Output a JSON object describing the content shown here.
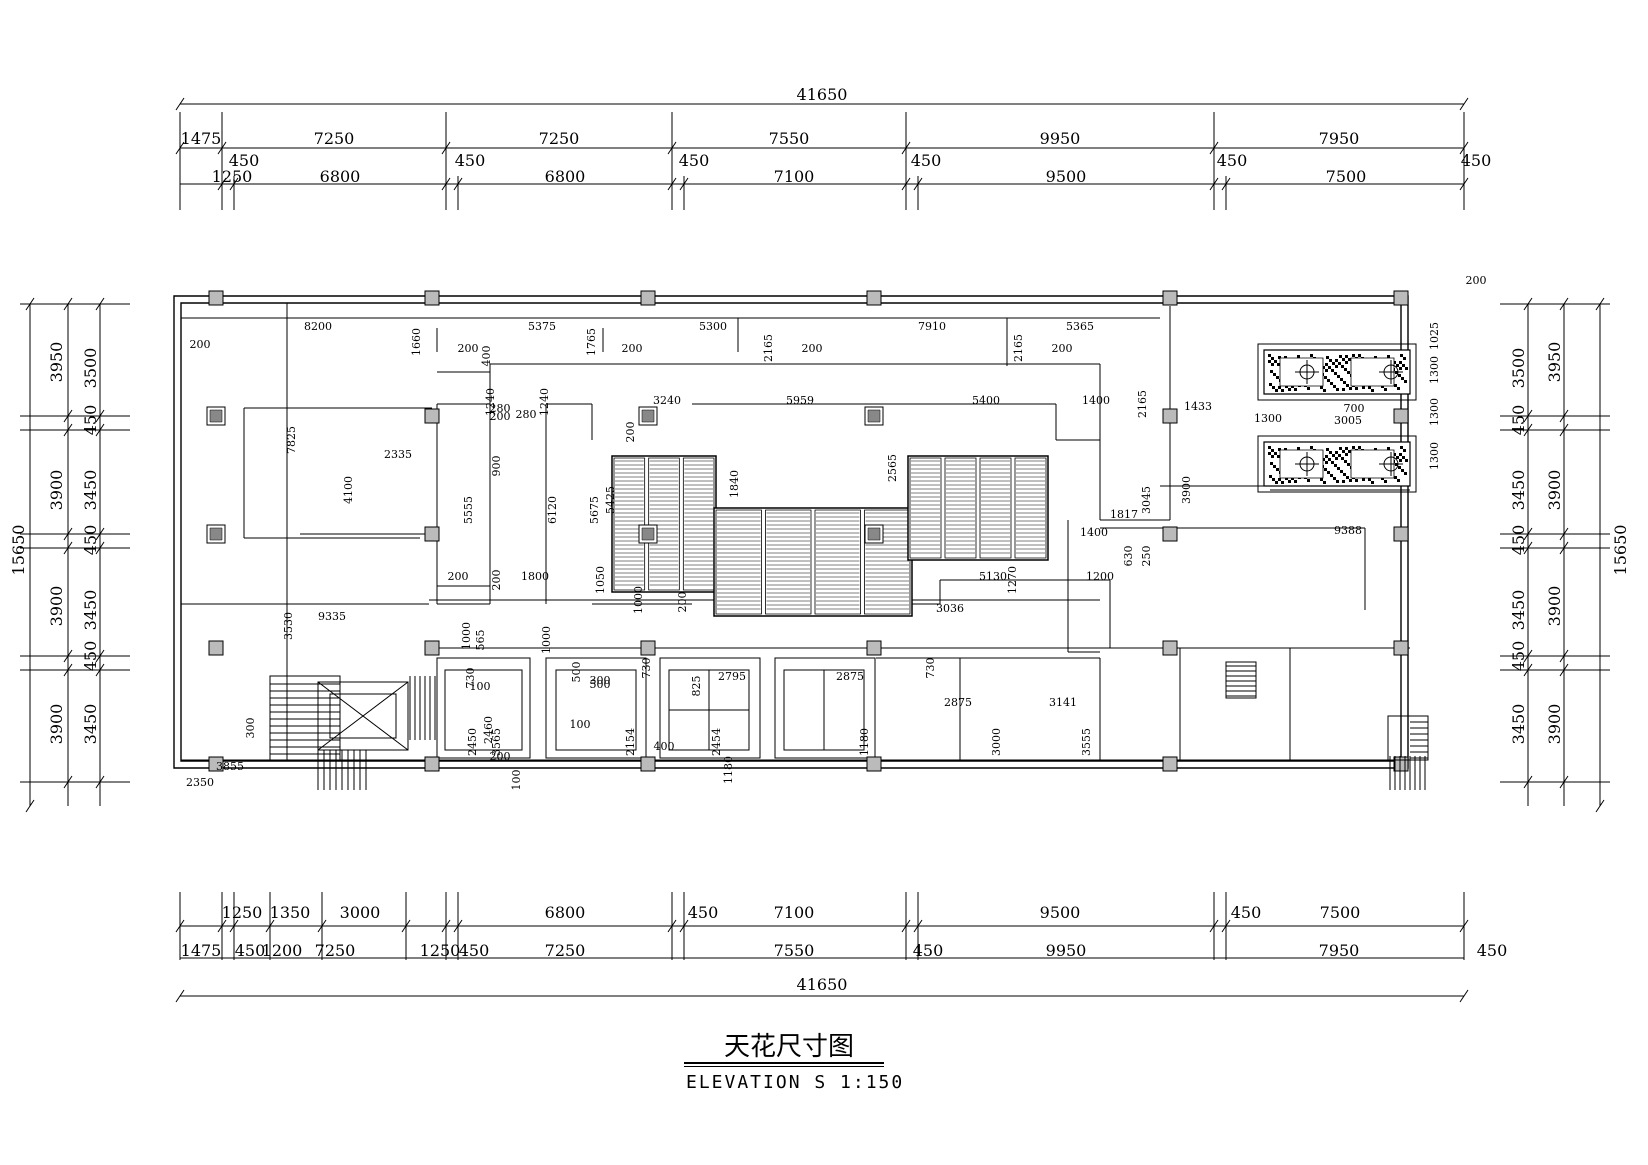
{
  "drawing": {
    "title_cn": "天花尺寸图",
    "title_scale": "ELEVATION S 1:150"
  },
  "top_dims": {
    "overall": "41650",
    "row1": [
      "1475",
      "7250",
      "7250",
      "7550",
      "9950",
      "7950"
    ],
    "row2_450": [
      "450",
      "450",
      "450",
      "450",
      "450",
      "450"
    ],
    "row3": [
      "1250",
      "6800",
      "6800",
      "7100",
      "9500",
      "7500"
    ]
  },
  "bottom_dims": {
    "overall": "41650",
    "row1": [
      "1250",
      "1350",
      "3000",
      "6800",
      "450",
      "7100",
      "9500",
      "450",
      "7500"
    ],
    "row2": [
      "1475",
      "450",
      "1200",
      "7250",
      "1250",
      "450",
      "7250",
      "7550",
      "450",
      "9950",
      "7950",
      "450"
    ]
  },
  "left_dims": {
    "overall": "15650",
    "outer": [
      "3950",
      "3900",
      "3900",
      "3900"
    ],
    "inner": [
      "3500",
      "450",
      "3450",
      "450",
      "3450",
      "450",
      "3450"
    ]
  },
  "right_dims": {
    "overall": "15650",
    "outer": [
      "3950",
      "3900",
      "3900",
      "3900"
    ],
    "inner": [
      "3500",
      "450",
      "3450",
      "450",
      "3450",
      "450",
      "3450"
    ],
    "top_small": "200"
  },
  "interior_labels": [
    "8200",
    "5375",
    "5300",
    "7910",
    "5365",
    "1660",
    "1765",
    "2165",
    "2165",
    "200",
    "200",
    "200",
    "200",
    "200",
    "400",
    "1240",
    "280",
    "1240",
    "280",
    "200",
    "3240",
    "5959",
    "5400",
    "1400",
    "2165",
    "1433",
    "1025",
    "1300",
    "1300",
    "1300",
    "700",
    "3005",
    "1300",
    "7825",
    "2335",
    "4100",
    "5555",
    "6120",
    "5675",
    "5425",
    "1840",
    "2565",
    "3045",
    "3900",
    "1817",
    "1400",
    "9388",
    "630",
    "250",
    "5130",
    "1270",
    "1200",
    "1800",
    "1050",
    "1000",
    "1000",
    "200",
    "3036",
    "9335",
    "3530",
    "1000",
    "565",
    "730",
    "730",
    "730",
    "500",
    "500",
    "825",
    "300",
    "2795",
    "2875",
    "2875",
    "3141",
    "3000",
    "3555",
    "3565",
    "2450",
    "2154",
    "2454",
    "1180",
    "1180",
    "2460",
    "100",
    "100",
    "400",
    "300",
    "3855",
    "2350",
    "200",
    "200",
    "200",
    "900",
    "200",
    "100",
    "100"
  ]
}
